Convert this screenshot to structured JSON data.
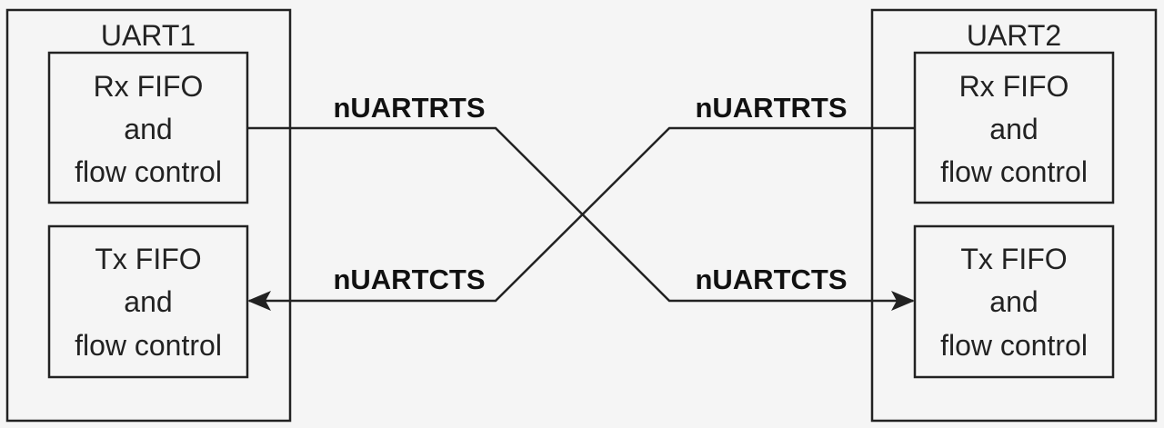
{
  "uart1": {
    "title": "UART1",
    "rx": {
      "line1": "Rx FIFO",
      "line2": "and",
      "line3": "flow control"
    },
    "tx": {
      "line1": "Tx FIFO",
      "line2": "and",
      "line3": "flow control"
    }
  },
  "uart2": {
    "title": "UART2",
    "rx": {
      "line1": "Rx FIFO",
      "line2": "and",
      "line3": "flow control"
    },
    "tx": {
      "line1": "Tx FIFO",
      "line2": "and",
      "line3": "flow control"
    }
  },
  "signals": {
    "left_rts": "nUARTRTS",
    "left_cts": "nUARTCTS",
    "right_rts": "nUARTRTS",
    "right_cts": "nUARTCTS"
  },
  "colors": {
    "background": "#f5f5f5",
    "stroke": "#222222"
  }
}
